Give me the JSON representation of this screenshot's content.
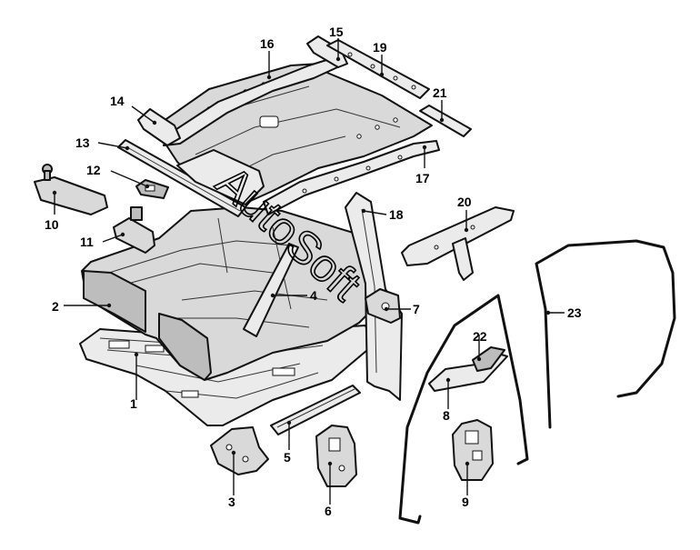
{
  "diagram": {
    "watermark": "AutoSoft",
    "callouts": [
      {
        "id": "1",
        "label": "1"
      },
      {
        "id": "2",
        "label": "2"
      },
      {
        "id": "3",
        "label": "3"
      },
      {
        "id": "4",
        "label": "4"
      },
      {
        "id": "5",
        "label": "5"
      },
      {
        "id": "6",
        "label": "6"
      },
      {
        "id": "7",
        "label": "7"
      },
      {
        "id": "8",
        "label": "8"
      },
      {
        "id": "9",
        "label": "9"
      },
      {
        "id": "10",
        "label": "10"
      },
      {
        "id": "11",
        "label": "11"
      },
      {
        "id": "12",
        "label": "12"
      },
      {
        "id": "13",
        "label": "13"
      },
      {
        "id": "14",
        "label": "14"
      },
      {
        "id": "15",
        "label": "15"
      },
      {
        "id": "16",
        "label": "16"
      },
      {
        "id": "17",
        "label": "17"
      },
      {
        "id": "18",
        "label": "18"
      },
      {
        "id": "19",
        "label": "19"
      },
      {
        "id": "20",
        "label": "20"
      },
      {
        "id": "21",
        "label": "21"
      },
      {
        "id": "22",
        "label": "22"
      },
      {
        "id": "23",
        "label": "23"
      }
    ]
  }
}
